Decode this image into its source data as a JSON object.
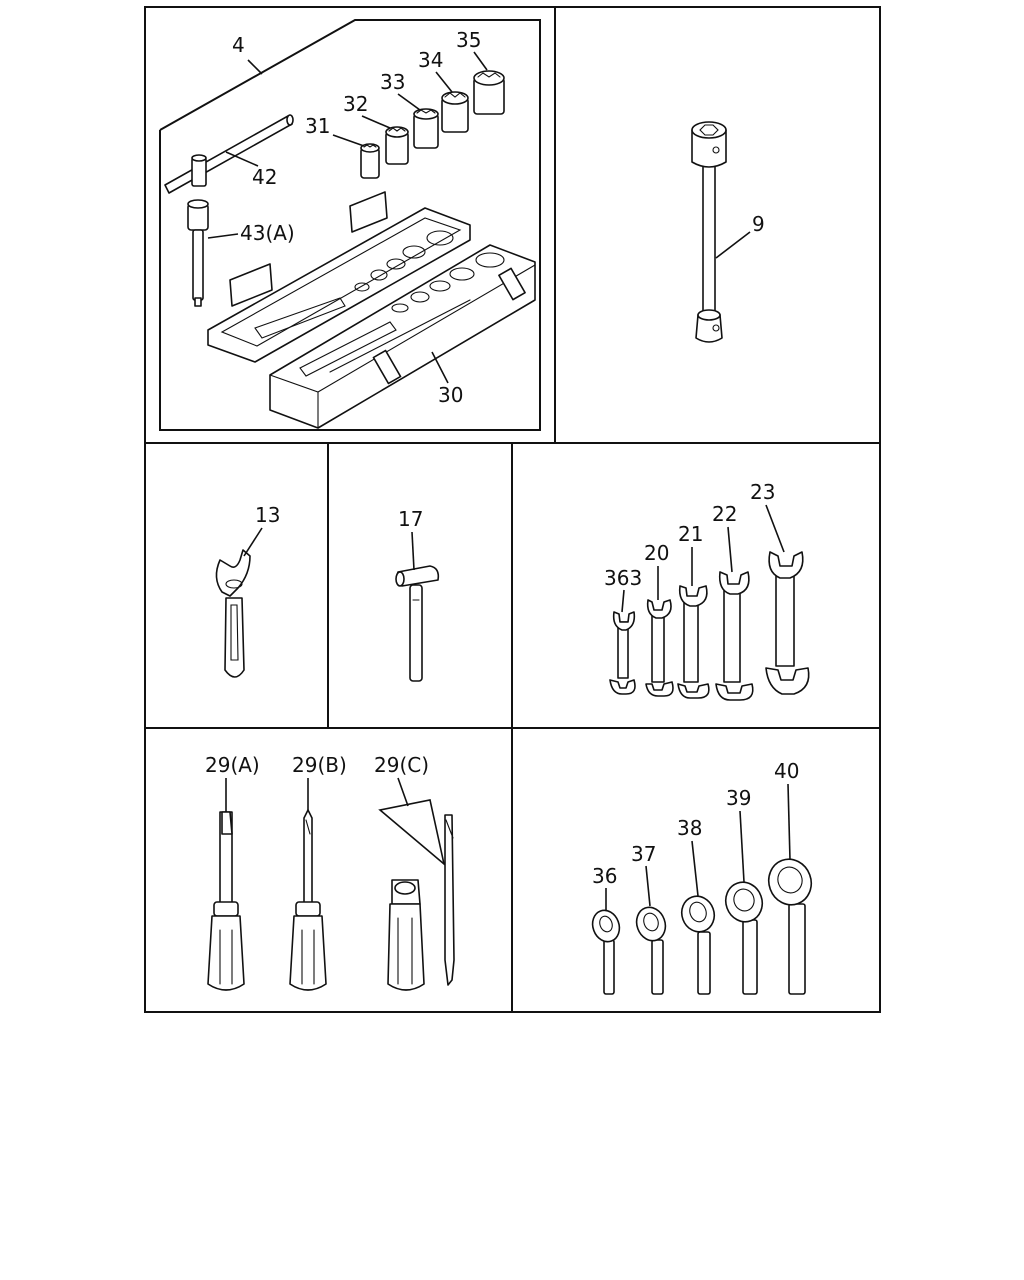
{
  "labels": {
    "p4": "4",
    "p35": "35",
    "p34": "34",
    "p33": "33",
    "p32": "32",
    "p31": "31",
    "p42": "42",
    "p43a": "43(A)",
    "p30": "30",
    "p9": "9",
    "p13": "13",
    "p17": "17",
    "p363": "363",
    "p20": "20",
    "p21": "21",
    "p22": "22",
    "p23": "23",
    "p29a": "29(A)",
    "p29b": "29(B)",
    "p29c": "29(C)",
    "p36": "36",
    "p37": "37",
    "p38": "38",
    "p39": "39",
    "p40": "40"
  },
  "colors": {
    "line": "#111111",
    "background": "#ffffff"
  }
}
